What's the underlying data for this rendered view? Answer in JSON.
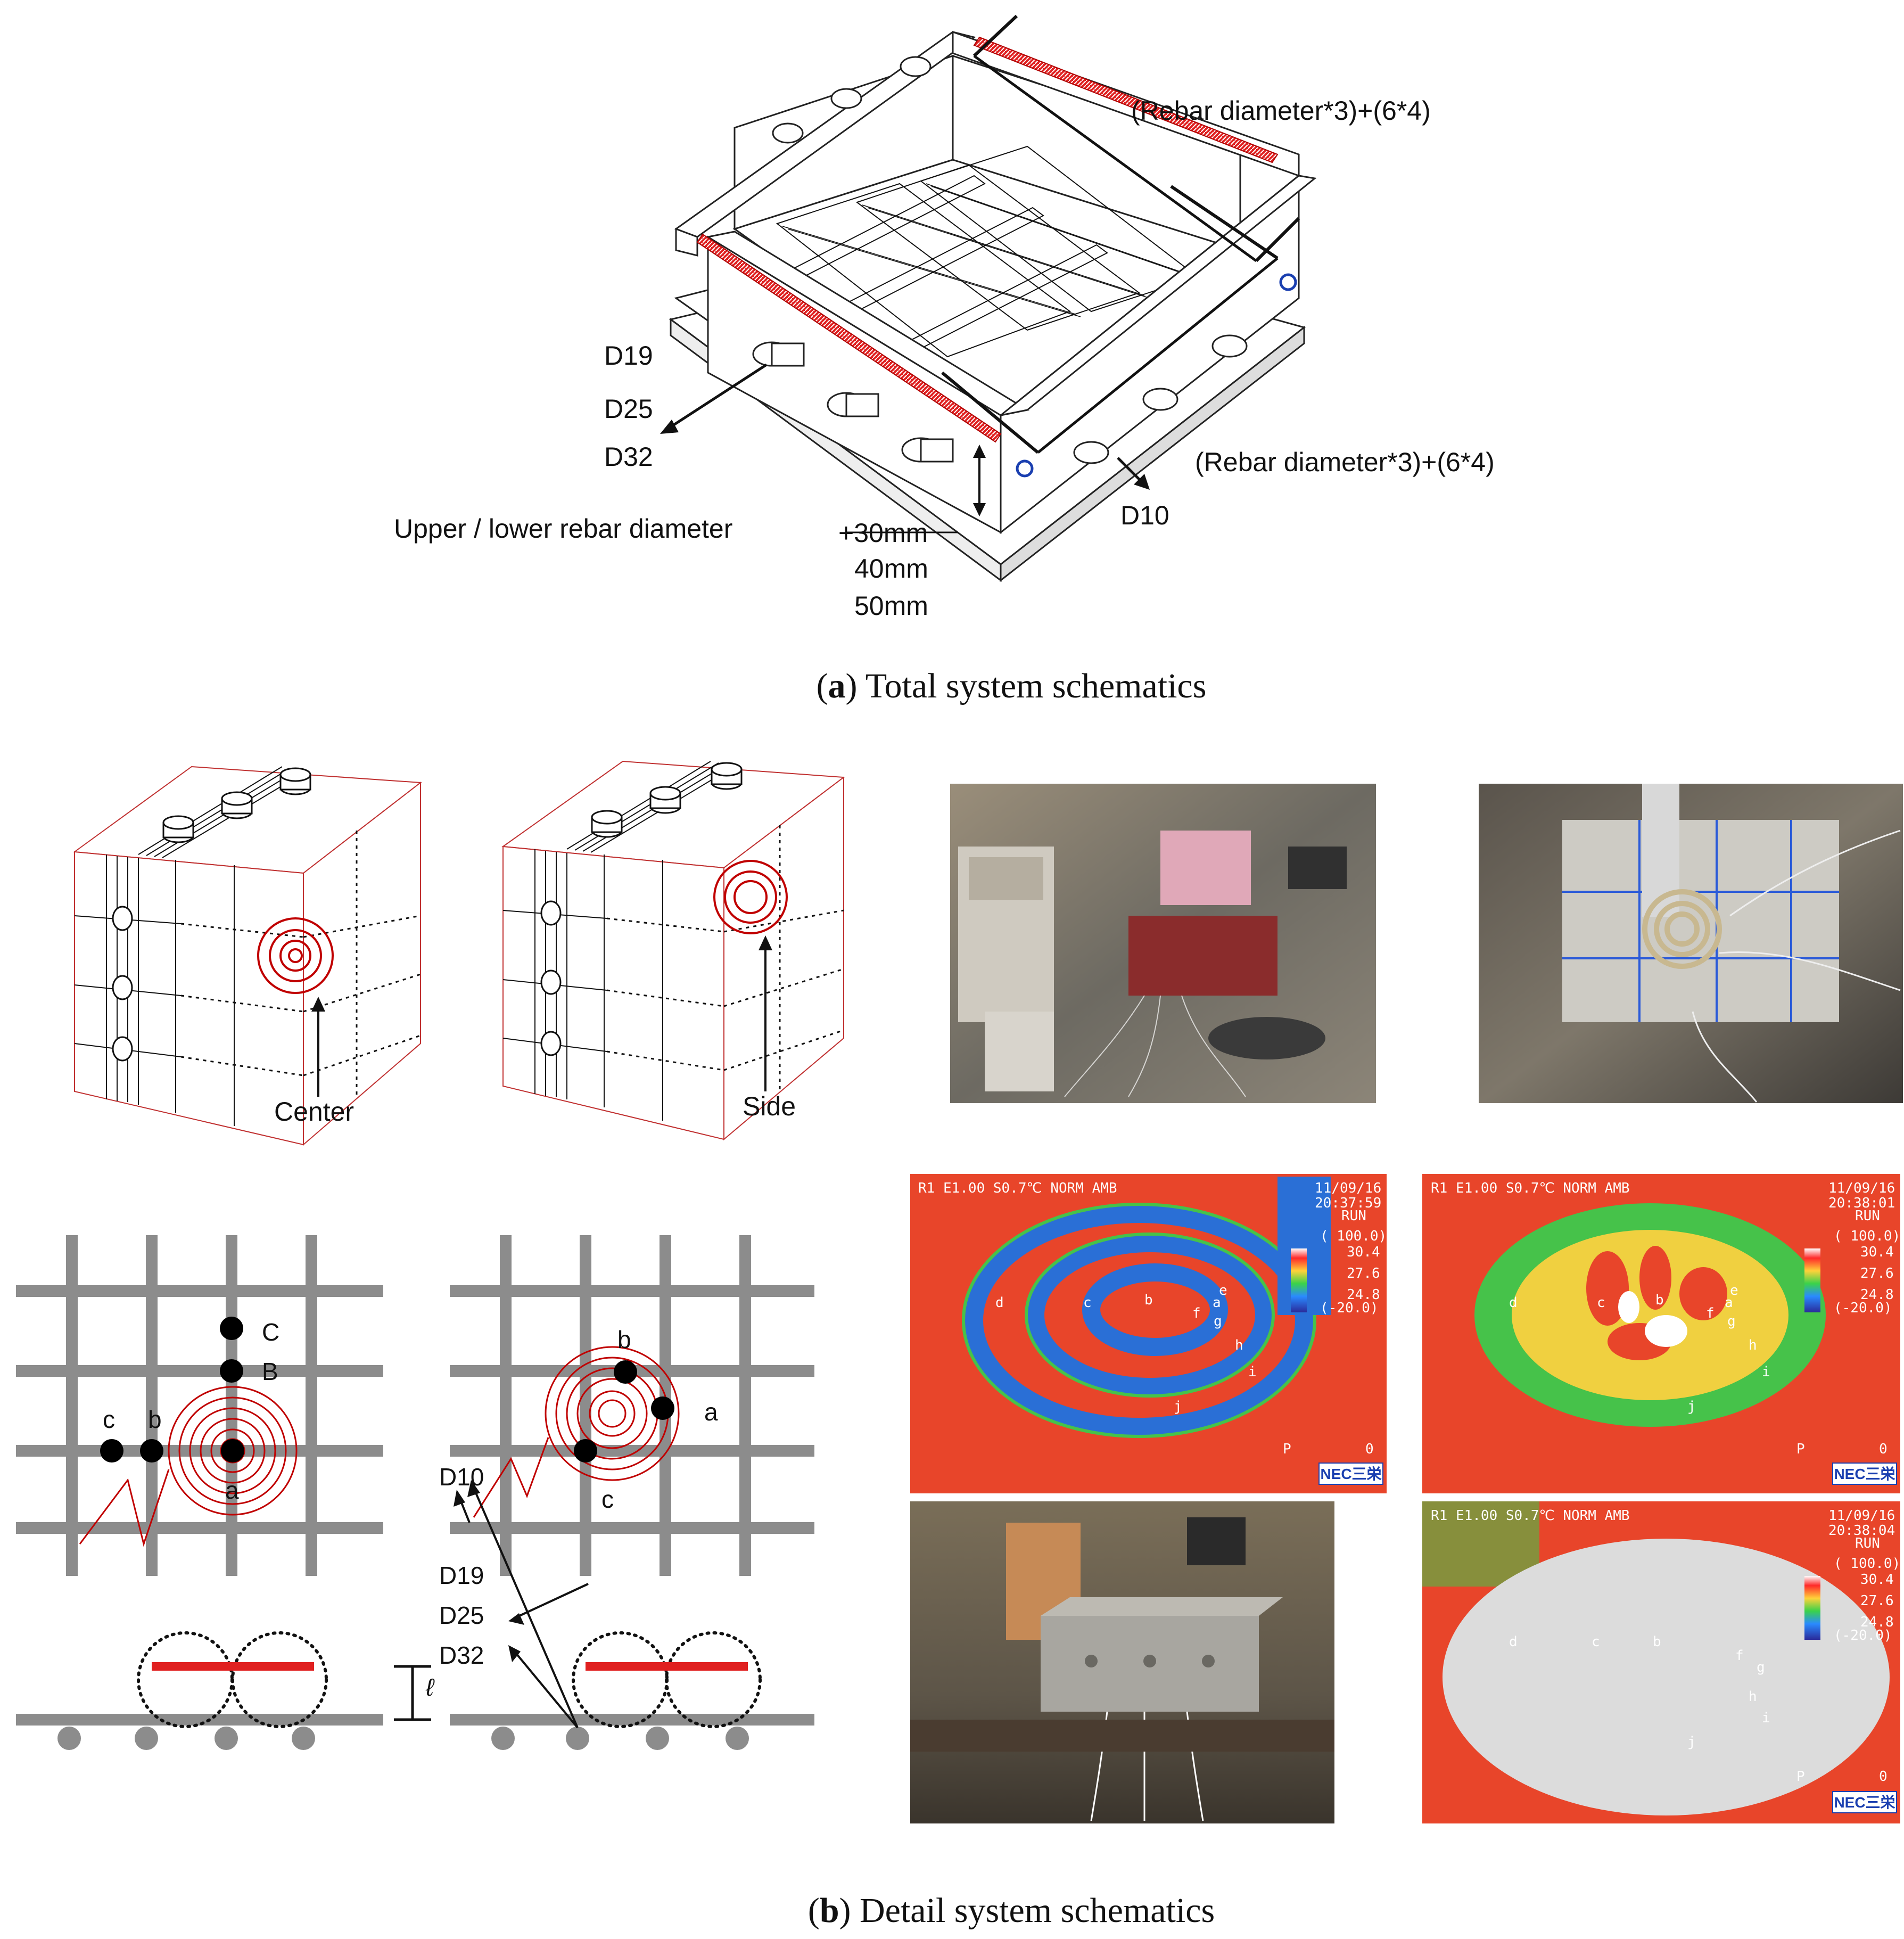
{
  "panel_a": {
    "caption_letter": "a",
    "caption_text": "Total system schematics",
    "spacing_top": "(Rebar diameter*3)+(6*4)",
    "spacing_right": "(Rebar diameter*3)+(6*4)",
    "upper_bars": [
      "D19",
      "D25",
      "D32"
    ],
    "lower_bar": "D10",
    "cover_label": "Upper / lower rebar diameter",
    "covers": [
      "+30mm",
      "40mm",
      "50mm"
    ]
  },
  "panel_b": {
    "caption_letter": "b",
    "caption_text": "Detail system schematics",
    "center_label": "Center",
    "side_label": "Side",
    "center_points": [
      "C",
      "B",
      "c",
      "b",
      "a"
    ],
    "side_points": [
      "b",
      "a",
      "c"
    ],
    "bar_labels": [
      "D10",
      "D19",
      "D25",
      "D32"
    ],
    "gap_symbol": "ℓ",
    "ir": {
      "header": "R1 E1.00 S0.7℃  NORM AMB",
      "date": "11/09/16",
      "times": [
        "20:37:59",
        "20:38:01",
        "20:38:04"
      ],
      "status": "RUN",
      "range": "( 100.0)",
      "scale_ticks": [
        "30.4",
        "27.6",
        "24.8",
        "(-20.0)"
      ],
      "point_letters": [
        "d",
        "c",
        "b",
        "a",
        "e",
        "f",
        "g",
        "h",
        "i",
        "j"
      ],
      "p_label": "P",
      "p_value": "0",
      "brand": "NEC三栄"
    }
  },
  "colors": {
    "coil_red": "#c00000",
    "heater_red": "#e02020",
    "rebar_grey": "#8c8c8c",
    "ir_background": "#e8452a",
    "ir_blue": "#2a6fd6"
  }
}
